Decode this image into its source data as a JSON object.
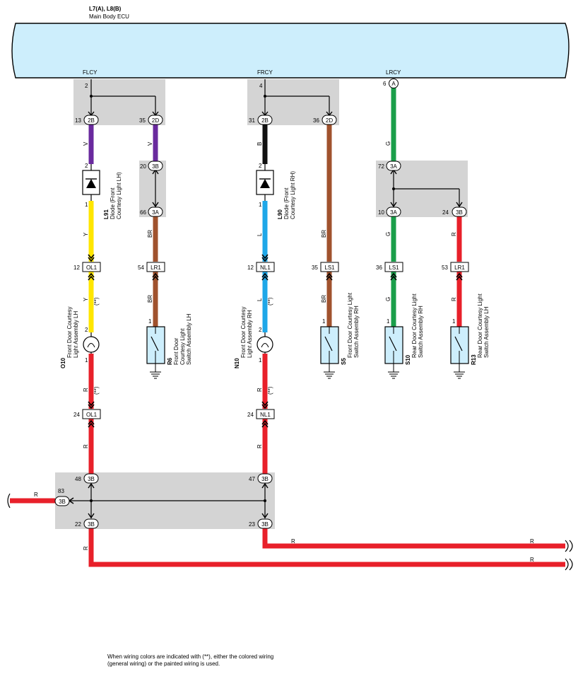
{
  "ecu": {
    "title": "L7(A), L8(B)",
    "subtitle": "Main Body ECU",
    "pins": {
      "flcy": "FLCY",
      "frcy": "FRCY",
      "lrcy": "LRCY"
    }
  },
  "colors": {
    "violet": "#6a2a9e",
    "yellow": "#ffe600",
    "brown": "#a0522d",
    "black": "#111111",
    "blue": "#1ea7e8",
    "green": "#1a9e4a",
    "red": "#e8202a",
    "ecu_fill": "#cdeefc",
    "junction_fill": "#d4d4d4"
  },
  "wire_codes": {
    "v": "V",
    "y": "Y",
    "br": "BR",
    "b": "B",
    "l": "L",
    "g": "G",
    "r": "R",
    "star": "(**)"
  },
  "pin_numbers": {
    "p2": "2",
    "p4": "4",
    "p6": "6",
    "p13": "13",
    "p35": "35",
    "p31": "31",
    "p36": "36",
    "p20": "20",
    "p66": "66",
    "p72": "72",
    "p10": "10",
    "p24": "24",
    "p12": "12",
    "p54": "54",
    "p35b": "35",
    "p36b": "36",
    "p53": "53",
    "p12b": "12",
    "p48": "48",
    "p47": "47",
    "p83": "83",
    "p22": "22",
    "p23": "23",
    "p24b": "24",
    "p24c": "24",
    "d2": "2",
    "d1": "1",
    "d2b": "2",
    "d1b": "1",
    "l2": "2",
    "l1": "1",
    "l2b": "2",
    "l1b": "1",
    "s1a": "1",
    "s1b": "1",
    "s1c": "1",
    "s1d": "1"
  },
  "connectors": {
    "c2B": "2B",
    "c2D": "2D",
    "c3B": "3B",
    "c3A": "3A",
    "cA": "A",
    "OL1": "OL1",
    "LR1": "LR1",
    "NL1": "NL1",
    "LS1": "LS1"
  },
  "components": {
    "l91_id": "L91",
    "l91_name": "Diode (Front",
    "l91_name2": "Courtesy Light LH)",
    "l90_id": "L90",
    "l90_name": "Diode (Front",
    "l90_name2": "Courtesy Light RH)",
    "o10_id": "O10",
    "o10_name": "Front Door Courtesy",
    "o10_name2": "Light Assembly LH",
    "n10_id": "N10",
    "n10_name": "Front Door Courtesy",
    "n10_name2": "Light Assembly RH",
    "r6_id": "R6",
    "r6_name": "Front Door",
    "r6_name2": "Courtesy Light",
    "r6_name3": "Switch Assembly LH",
    "s5_id": "S5",
    "s5_name": "Front Door Courtesy Light",
    "s5_name2": "Switch Assembly RH",
    "s10_id": "S10",
    "s10_name": "Rear Door Courtesy Light",
    "s10_name2": "Switch Assembly RH",
    "r13_id": "R13",
    "r13_name": "Rear Door Courtesy Light",
    "r13_name2": "Switch Assembly LH"
  },
  "footnote": {
    "line1": "When wiring colors are indicated with (**),  either the colored wiring",
    "line2": "(general wiring) or the painted wiring is used."
  }
}
